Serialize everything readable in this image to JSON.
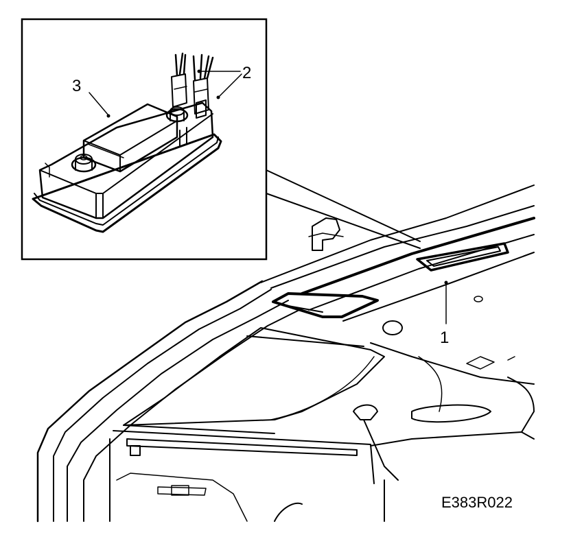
{
  "diagram": {
    "callouts": {
      "one": "1",
      "two": "2",
      "three": "3"
    },
    "reference": "E383R022"
  }
}
